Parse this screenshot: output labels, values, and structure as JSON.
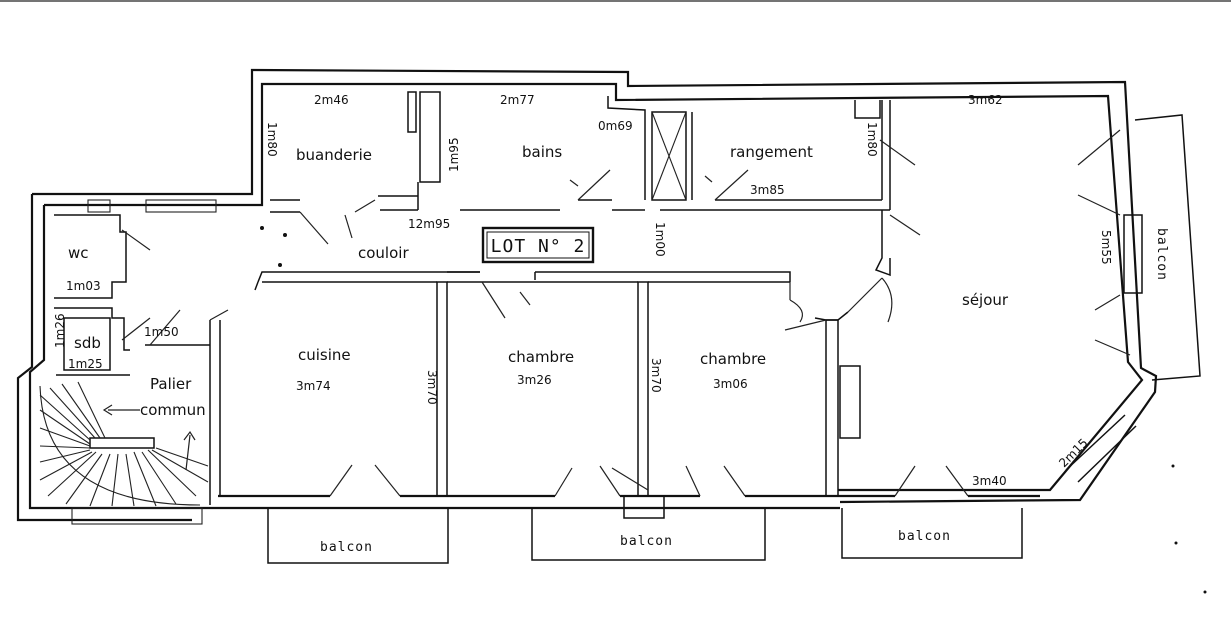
{
  "plan": {
    "lot_label": "LOT N° 2",
    "rooms": {
      "buanderie": "buanderie",
      "bains": "bains",
      "rangement": "rangement",
      "couloir": "couloir",
      "wc": "wc",
      "sdb": "sdb",
      "palier_line1": "Palier",
      "palier_line2": "commun",
      "cuisine": "cuisine",
      "chambre_1": "chambre",
      "chambre_2": "chambre",
      "sejour": "séjour"
    },
    "balconies": [
      "balcon",
      "balcon",
      "balcon",
      "balcon"
    ],
    "dimensions": {
      "buanderie_width": "2m46",
      "buanderie_depth": "1m80",
      "bains_width": "2m77",
      "bains_depth": "1m95",
      "bains_niche": "0m69",
      "rangement_depth": "1m80",
      "rangement_width": "3m85",
      "sejour_top": "3m62",
      "sejour_side": "5m55",
      "couloir_length": "12m95",
      "couloir_width": "1m00",
      "wc": "1m03",
      "sdb_depth": "1m26",
      "sdb_width": "1m25",
      "passage": "1m50",
      "cuisine_width": "3m74",
      "cuisine_depth": "3m70",
      "chambre1_width": "3m26",
      "chambre1_depth": "3m70",
      "chambre2_width": "3m06",
      "sejour_bottom": "3m40",
      "sejour_corner": "2m15"
    }
  }
}
